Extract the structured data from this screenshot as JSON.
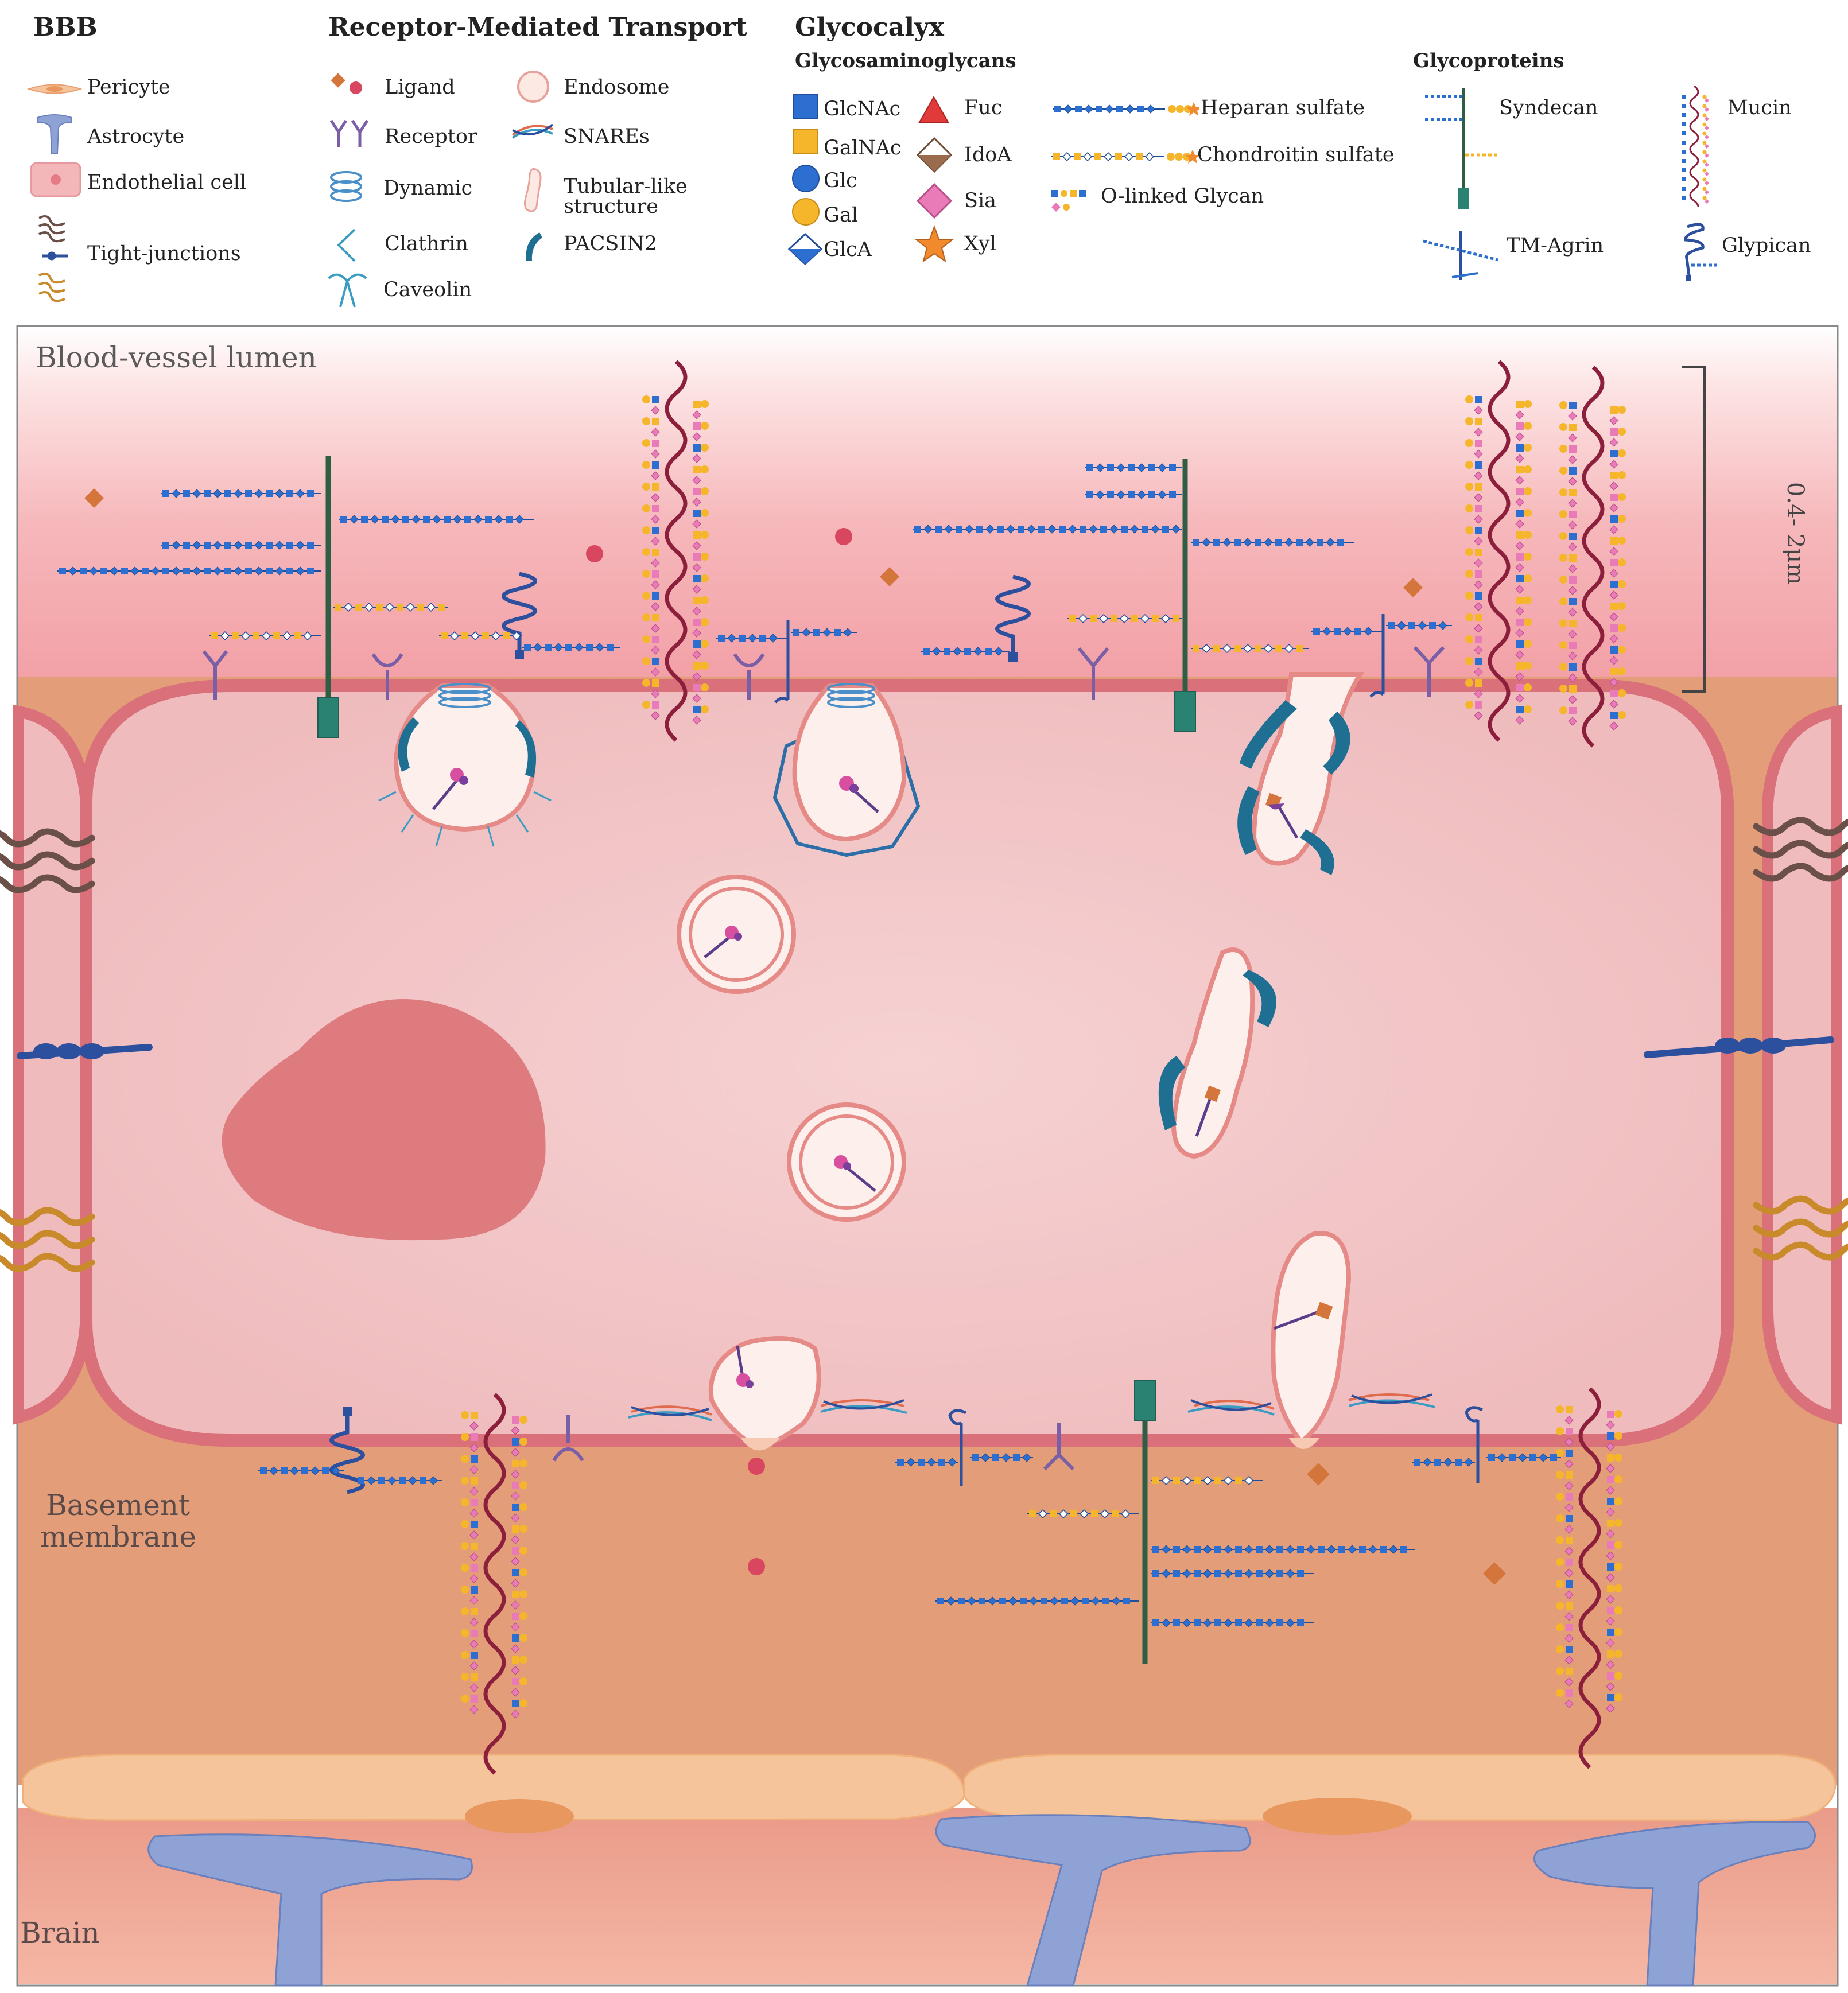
{
  "legend": {
    "bbb": {
      "title": "BBB",
      "items": [
        {
          "label": "Pericyte",
          "icon": "pericyte-icon"
        },
        {
          "label": "Astrocyte",
          "icon": "astrocyte-icon"
        },
        {
          "label": "Endothelial cell",
          "icon": "endothelial-cell-icon"
        },
        {
          "label": "Tight-junctions",
          "icon": "tight-junction-icon"
        }
      ]
    },
    "rmt": {
      "title": "Receptor-Mediated Transport",
      "items": [
        {
          "label": "Ligand",
          "icon": "ligand-icon"
        },
        {
          "label": "Receptor",
          "icon": "receptor-icon"
        },
        {
          "label": "Dynamic",
          "icon": "dynamin-icon"
        },
        {
          "label": "Clathrin",
          "icon": "clathrin-icon"
        },
        {
          "label": "Caveolin",
          "icon": "caveolin-icon"
        },
        {
          "label": "Endosome",
          "icon": "endosome-icon"
        },
        {
          "label": "SNAREs",
          "icon": "snare-icon"
        },
        {
          "label": "Tubular-like",
          "icon": "tubular-structure-icon"
        },
        {
          "label": "structure"
        },
        {
          "label": "PACSIN2",
          "icon": "pacsin2-icon"
        }
      ]
    },
    "glycocalyx": {
      "title": "Glycocalyx",
      "gag_title": "Glycosaminoglycans",
      "glycoproteins_title": "Glycoproteins",
      "sugars": [
        {
          "label": "GlcNAc",
          "color": "#2c6fd1",
          "icon": "blue-square-icon"
        },
        {
          "label": "GalNAc",
          "color": "#f5b62b",
          "icon": "yellow-square-icon"
        },
        {
          "label": "Glc",
          "color": "#2c6fd1",
          "icon": "blue-circle-icon"
        },
        {
          "label": "Gal",
          "color": "#f5b62b",
          "icon": "yellow-circle-icon"
        },
        {
          "label": "GlcA",
          "color": "#2c6fd1",
          "icon": "split-diamond-icon"
        },
        {
          "label": "Fuc",
          "color": "#e03a3a",
          "icon": "red-triangle-icon"
        },
        {
          "label": "IdoA",
          "color": "#9b6b4e",
          "icon": "brown-diamond-icon"
        },
        {
          "label": "Sia",
          "color": "#e87bb8",
          "icon": "pink-diamond-icon"
        },
        {
          "label": "Xyl",
          "color": "#f08a2c",
          "icon": "orange-star-icon"
        }
      ],
      "chains": [
        {
          "label": "Heparan sulfate",
          "icon": "heparan-sulfate-chain-icon"
        },
        {
          "label": "Chondroitin sulfate",
          "icon": "chondroitin-sulfate-chain-icon"
        },
        {
          "label": "O-linked Glycan",
          "icon": "o-linked-glycan-icon"
        }
      ],
      "proteins": [
        {
          "label": "Syndecan",
          "icon": "syndecan-icon"
        },
        {
          "label": "Mucin",
          "icon": "mucin-icon"
        },
        {
          "label": "TM-Agrin",
          "icon": "tm-agrin-icon"
        },
        {
          "label": "Glypican",
          "icon": "glypican-icon"
        }
      ]
    }
  },
  "regions": {
    "lumen": "Blood-vessel lumen",
    "basement_1": "Basement",
    "basement_2": "membrane",
    "brain": "Brain",
    "scale": "0.4- 2μm"
  },
  "colors": {
    "lumen_top": "#ffffff",
    "lumen_bottom": "#f2a6aa",
    "cell_fill": "#f0c0c2",
    "cell_border": "#d9707a",
    "nucleus": "#de7b7e",
    "basement": "#e39d78",
    "pericyte": "#f6c49a",
    "astrocyte": "#8ea2d6",
    "brain": "#eea08e",
    "syndecan_core": "#2f5e45",
    "mucin_core": "#8b1f3c",
    "pacsin": "#1f6f93",
    "tight_junction_dark": "#6a5048",
    "tight_junction_gold": "#c88a2a"
  }
}
